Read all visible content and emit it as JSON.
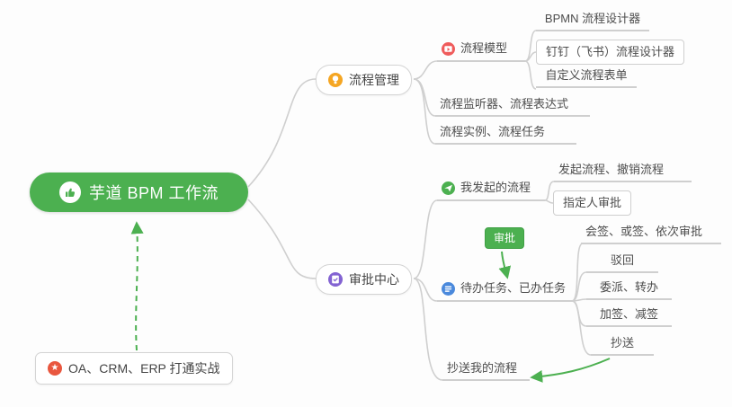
{
  "root": {
    "label": "芋道 BPM 工作流"
  },
  "process_management": {
    "label": "流程管理",
    "process_model": {
      "label": "流程模型"
    },
    "bpmn_designer": {
      "label": "BPMN 流程设计器"
    },
    "dingtalk_designer": {
      "label": "钉钉（飞书）流程设计器"
    },
    "custom_form": {
      "label": "自定义流程表单"
    },
    "listener_expression": {
      "label": "流程监听器、流程表达式"
    },
    "instance_task": {
      "label": "流程实例、流程任务"
    }
  },
  "approval_center": {
    "label": "审批中心",
    "my_initiated": {
      "label": "我发起的流程"
    },
    "initiate_cancel": {
      "label": "发起流程、撤销流程"
    },
    "assignee_approval": {
      "label": "指定人审批"
    },
    "approval_badge": {
      "label": "审批"
    },
    "todo_done": {
      "label": "待办任务、已办任务"
    },
    "countersign": {
      "label": "会签、或签、依次审批"
    },
    "reject": {
      "label": "驳回"
    },
    "delegate_transfer": {
      "label": "委派、转办"
    },
    "add_reduce_sign": {
      "label": "加签、减签"
    },
    "cc": {
      "label": "抄送"
    },
    "cc_my_process": {
      "label": "抄送我的流程"
    }
  },
  "extra": {
    "oa_practice": {
      "label": "OA、CRM、ERP 打通实战"
    }
  },
  "colors": {
    "main_green": "#4cb050",
    "connector_gray": "#cfcfcf",
    "arrow_green": "#4cb050",
    "icon_orange": "#f5a623",
    "icon_red": "#ef5b5b",
    "icon_blue": "#4a89dc",
    "icon_purple": "#8363d2",
    "icon_star_red": "#e9573f"
  }
}
